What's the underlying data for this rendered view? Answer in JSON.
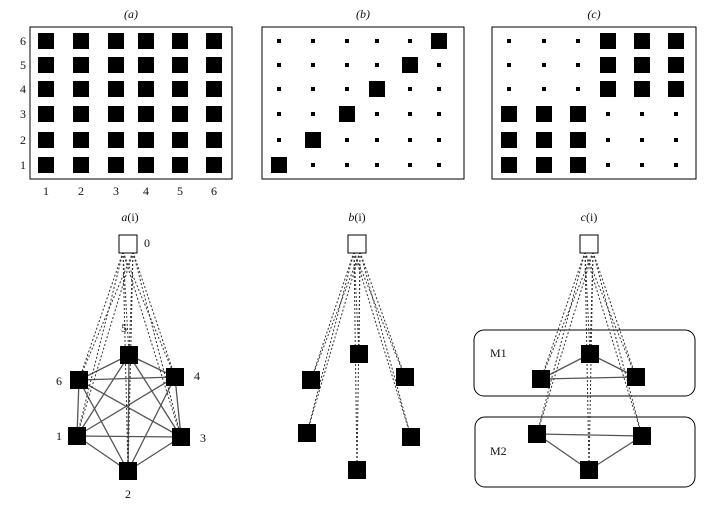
{
  "panels": [
    {
      "key": "a",
      "title": "(a)",
      "mode": "full",
      "row_labels": [
        "1",
        "2",
        "3",
        "4",
        "5",
        "6"
      ],
      "col_labels": [
        "1",
        "2",
        "3",
        "4",
        "5",
        "6"
      ]
    },
    {
      "key": "b",
      "title": "(b)",
      "mode": "diagonal"
    },
    {
      "key": "c",
      "title": "(c)",
      "mode": "block"
    }
  ],
  "graphs": [
    {
      "key": "a",
      "title_letter": "a",
      "title_suffix": "(i)",
      "root_label": "0",
      "node_labels": [
        "1",
        "2",
        "3",
        "4",
        "5",
        "6"
      ]
    },
    {
      "key": "b",
      "title_letter": "b",
      "title_suffix": "(i)"
    },
    {
      "key": "c",
      "title_letter": "c",
      "title_suffix": "(i)",
      "module_labels": [
        "M1",
        "M2"
      ]
    }
  ]
}
